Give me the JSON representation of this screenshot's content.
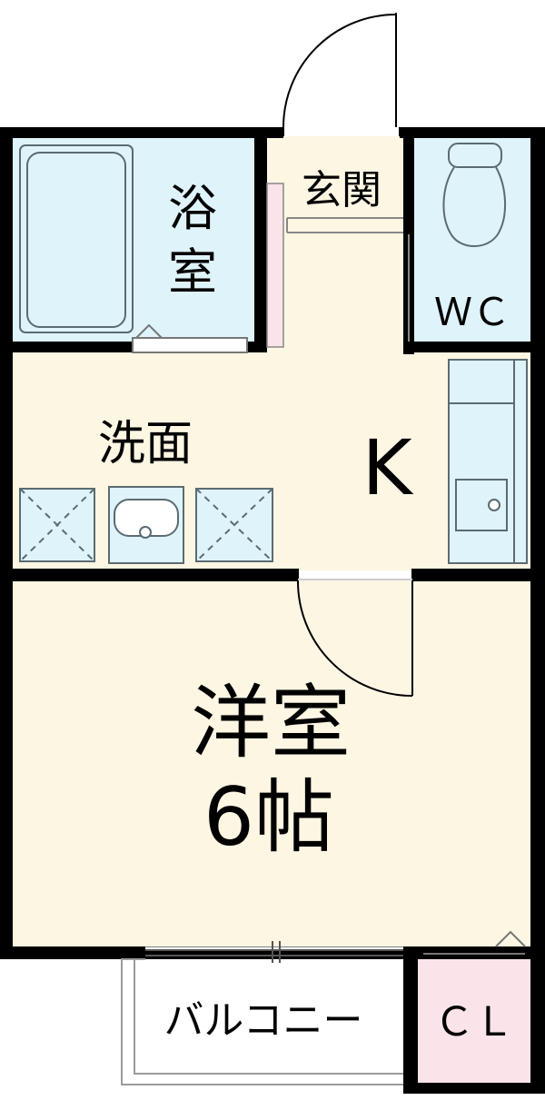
{
  "rooms": {
    "bath_line1": "浴",
    "bath_line2": "室",
    "entrance": "玄関",
    "wc": "ＷＣ",
    "washroom": "洗面",
    "kitchen": "K",
    "western_room_line1": "洋室",
    "western_room_line2": "6帖",
    "balcony": "バルコニー",
    "closet": "ＣＬ"
  },
  "colors": {
    "wall": "#000000",
    "floor_cream": "#fdf6e3",
    "wet_area_blue": "#dff3fa",
    "closet_pink": "#fbe3ea",
    "fixture_line": "#5b6b72",
    "balcony_line": "#9a9a9a"
  }
}
